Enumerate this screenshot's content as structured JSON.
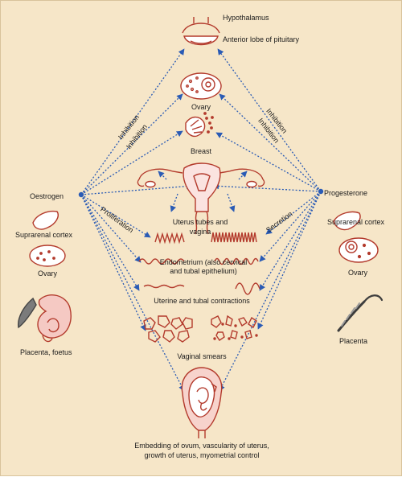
{
  "top": {
    "hypothalamus": "Hypothalamus",
    "pituitary": "Anterior lobe of pituitary"
  },
  "center": {
    "ovary": "Ovary",
    "breast": "Breast",
    "uterus_tubes": "Uterus tubes and",
    "vagina": "vagina",
    "endometrium_1": "Endometrium (also cervical",
    "endometrium_2": "and tubal epithelium)",
    "contractions": "Uterine and tubal contractions",
    "smears": "Vaginal smears",
    "embedding_1": "Embedding of ovum, vascularity of uterus,",
    "embedding_2": "growth of uterus, myometrial control"
  },
  "left": {
    "hormone": "Oestrogen",
    "suprarenal": "Suprarenal cortex",
    "ovary": "Ovary",
    "placenta": "Placenta, foetus",
    "inhibition_1": "Inhibition",
    "inhibition_2": "Inhibition",
    "proliferation": "Proliferation"
  },
  "right": {
    "hormone": "Progesterone",
    "suprarenal": "Suprarenal cortex",
    "ovary": "Ovary",
    "placenta": "Placenta",
    "inhibition_1": "Inhibition",
    "inhibition_2": "Inhibition",
    "secretion": "Secretion"
  },
  "colors": {
    "background": "#f6e6c8",
    "arrows": "#2a5bb5",
    "organ_outline": "#b33a2c"
  }
}
